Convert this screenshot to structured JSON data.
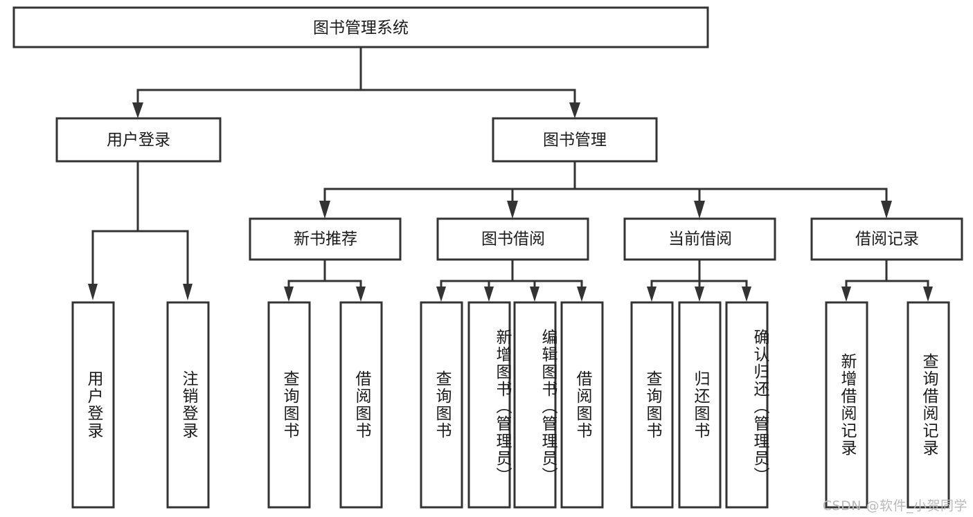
{
  "diagram": {
    "type": "tree-hierarchy",
    "title": "图书管理系统",
    "watermark": "CSDN @软件_小贺同学",
    "colors": {
      "stroke": "#333333",
      "fill": "#ffffff",
      "text": "#1a1a1a",
      "watermark": "#b9b9b9",
      "background": "#ffffff"
    },
    "root": {
      "label": "图书管理系统",
      "orientation": "horizontal"
    },
    "level2": [
      {
        "label": "用户登录",
        "orientation": "horizontal"
      },
      {
        "label": "图书管理",
        "orientation": "horizontal"
      }
    ],
    "level3": [
      {
        "label": "新书推荐",
        "orientation": "horizontal",
        "parent": "图书管理"
      },
      {
        "label": "图书借阅",
        "orientation": "horizontal",
        "parent": "图书管理"
      },
      {
        "label": "当前借阅",
        "orientation": "horizontal",
        "parent": "图书管理"
      },
      {
        "label": "借阅记录",
        "orientation": "horizontal",
        "parent": "图书管理"
      }
    ],
    "leaves": {
      "user_login": [
        {
          "label": "用户登录",
          "orientation": "vertical"
        },
        {
          "label": "注销登录",
          "orientation": "vertical"
        }
      ],
      "new_book_recommend": [
        {
          "label": "查询图书",
          "orientation": "vertical"
        },
        {
          "label": "借阅图书",
          "orientation": "vertical"
        }
      ],
      "book_borrow": [
        {
          "label": "查询图书",
          "orientation": "vertical"
        },
        {
          "label": "新增图书（管理员）",
          "orientation": "vertical"
        },
        {
          "label": "编辑图书（管理员）",
          "orientation": "vertical"
        },
        {
          "label": "借阅图书",
          "orientation": "vertical"
        }
      ],
      "current_borrow": [
        {
          "label": "查询图书",
          "orientation": "vertical"
        },
        {
          "label": "归还图书",
          "orientation": "vertical"
        },
        {
          "label": "确认归还（管理员）",
          "orientation": "vertical"
        }
      ],
      "borrow_record": [
        {
          "label": "新增借阅记录",
          "orientation": "vertical"
        },
        {
          "label": "查询借阅记录",
          "orientation": "vertical"
        }
      ]
    }
  }
}
